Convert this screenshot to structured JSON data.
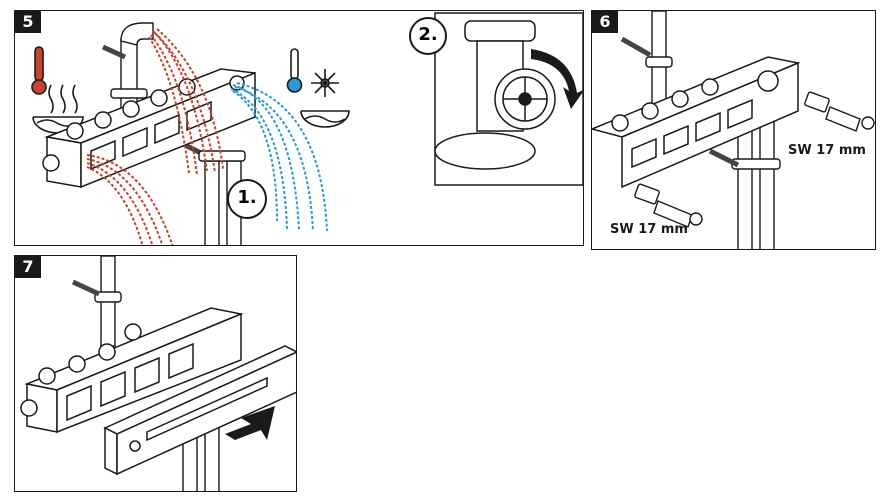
{
  "steps": {
    "step5": {
      "number": "5",
      "callout_1": "1.",
      "callout_2": "2."
    },
    "step6": {
      "number": "6",
      "wrench_size_top": "SW 17 mm",
      "wrench_size_bottom": "SW 17 mm"
    },
    "step7": {
      "number": "7"
    }
  },
  "colors": {
    "hot": "#c8432b",
    "cold": "#2a9ad6",
    "outline": "#1a1a1a",
    "frame": "#ffffff"
  },
  "icons": [
    "hot-water-icon",
    "cold-water-icon",
    "rotate-arrow-icon",
    "push-arrow-icon"
  ]
}
